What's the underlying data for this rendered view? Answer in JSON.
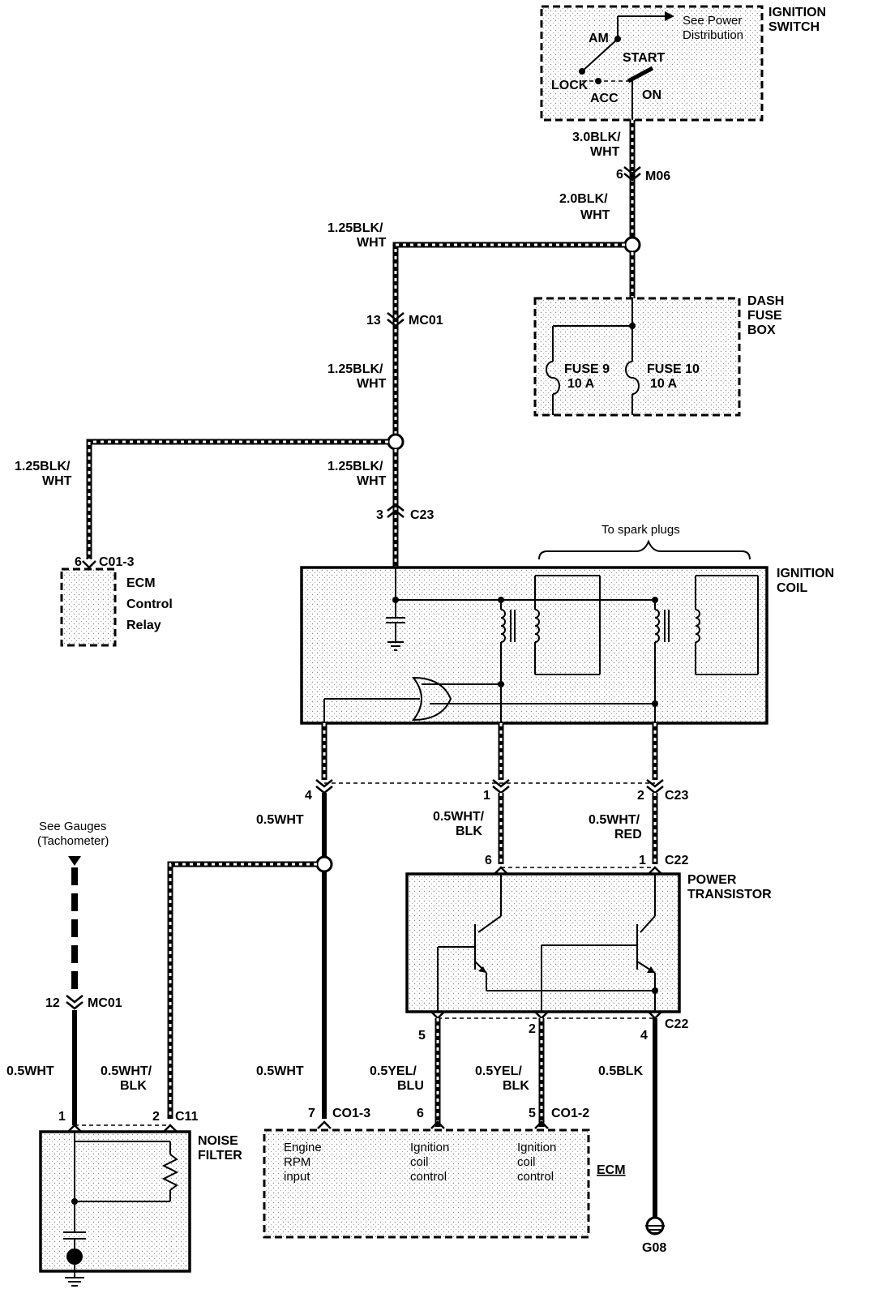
{
  "ignition_switch": {
    "title_1": "IGNITION",
    "title_2": "SWITCH",
    "am": "AM",
    "start": "START",
    "lock": "LOCK",
    "acc": "ACC",
    "on": "ON",
    "note_1": "See Power",
    "note_2": "Distribution"
  },
  "dash_fuse_box": {
    "title_1": "DASH",
    "title_2": "FUSE",
    "title_3": "BOX",
    "fuse9_name": "FUSE 9",
    "fuse9_rating": "10 A",
    "fuse10_name": "FUSE 10",
    "fuse10_rating": "10 A"
  },
  "ignition_coil": {
    "title_1": "IGNITION",
    "title_2": "COIL",
    "spark_note": "To spark plugs"
  },
  "power_transistor": {
    "title_1": "POWER",
    "title_2": "TRANSISTOR"
  },
  "ecm_control_relay": {
    "line_1": "ECM",
    "line_2": "Control",
    "line_3": "Relay"
  },
  "noise_filter": {
    "title_1": "NOISE",
    "title_2": "FILTER"
  },
  "ecm": {
    "title": "ECM",
    "engine_rpm_1": "Engine",
    "engine_rpm_2": "RPM",
    "engine_rpm_3": "input",
    "igc1_1": "Ignition",
    "igc1_2": "coil",
    "igc1_3": "control",
    "igc2_1": "Ignition",
    "igc2_2": "coil",
    "igc2_3": "control"
  },
  "gauges_note": {
    "line_1": "See Gauges",
    "line_2": "(Tachometer)"
  },
  "ground": {
    "g08": "G08"
  },
  "wires": {
    "w_30blk": "3.0BLK/",
    "w_30blk_b": "WHT",
    "w_20blk": "2.0BLK/",
    "w_20blk_b": "WHT",
    "w_125_top": "1.25BLK/",
    "w_125_top_b": "WHT",
    "w_125_mid": "1.25BLK/",
    "w_125_mid_b": "WHT",
    "w_125_left": "1.25BLK/",
    "w_125_left_b": "WHT",
    "w_125_c23": "1.25BLK/",
    "w_125_c23_b": "WHT",
    "w_05wht_a": "0.5WHT",
    "w_05wht_b": "0.5WHT",
    "w_05wht_c": "0.5WHT",
    "w_05whtblk_a": "0.5WHT/",
    "w_05whtblk_a_b": "BLK",
    "w_05whtblk_b": "0.5WHT/",
    "w_05whtblk_b_b": "BLK",
    "w_05whtred": "0.5WHT/",
    "w_05whtred_b": "RED",
    "w_05yelblu": "0.5YEL/",
    "w_05yelblu_b": "BLU",
    "w_05yelblk": "0.5YEL/",
    "w_05yelblk_b": "BLK",
    "w_05blk": "0.5BLK"
  },
  "connectors": {
    "m06": "M06",
    "m06_pin": "6",
    "mc01_a": "MC01",
    "mc01_a_pin": "13",
    "c23_a": "C23",
    "c23_a_pin": "3",
    "c01_3_relay": "C01-3",
    "c01_3_relay_pin": "6",
    "c23_b": "C23",
    "c23_pin4": "4",
    "c23_pin1": "1",
    "c23_pin2": "2",
    "c22_a": "C22",
    "c22_pin6": "6",
    "c22_pin1": "1",
    "c22_b": "C22",
    "c22_pin5": "5",
    "c22_pin2": "2",
    "c22_pin4": "4",
    "mc01_b": "MC01",
    "mc01_b_pin": "12",
    "c11": "C11",
    "c11_pin1": "1",
    "c11_pin2": "2",
    "co1_3": "CO1-3",
    "co1_3_pin": "7",
    "co1_2": "CO1-2",
    "co1_2_pin6": "6",
    "co1_2_pin5": "5"
  }
}
